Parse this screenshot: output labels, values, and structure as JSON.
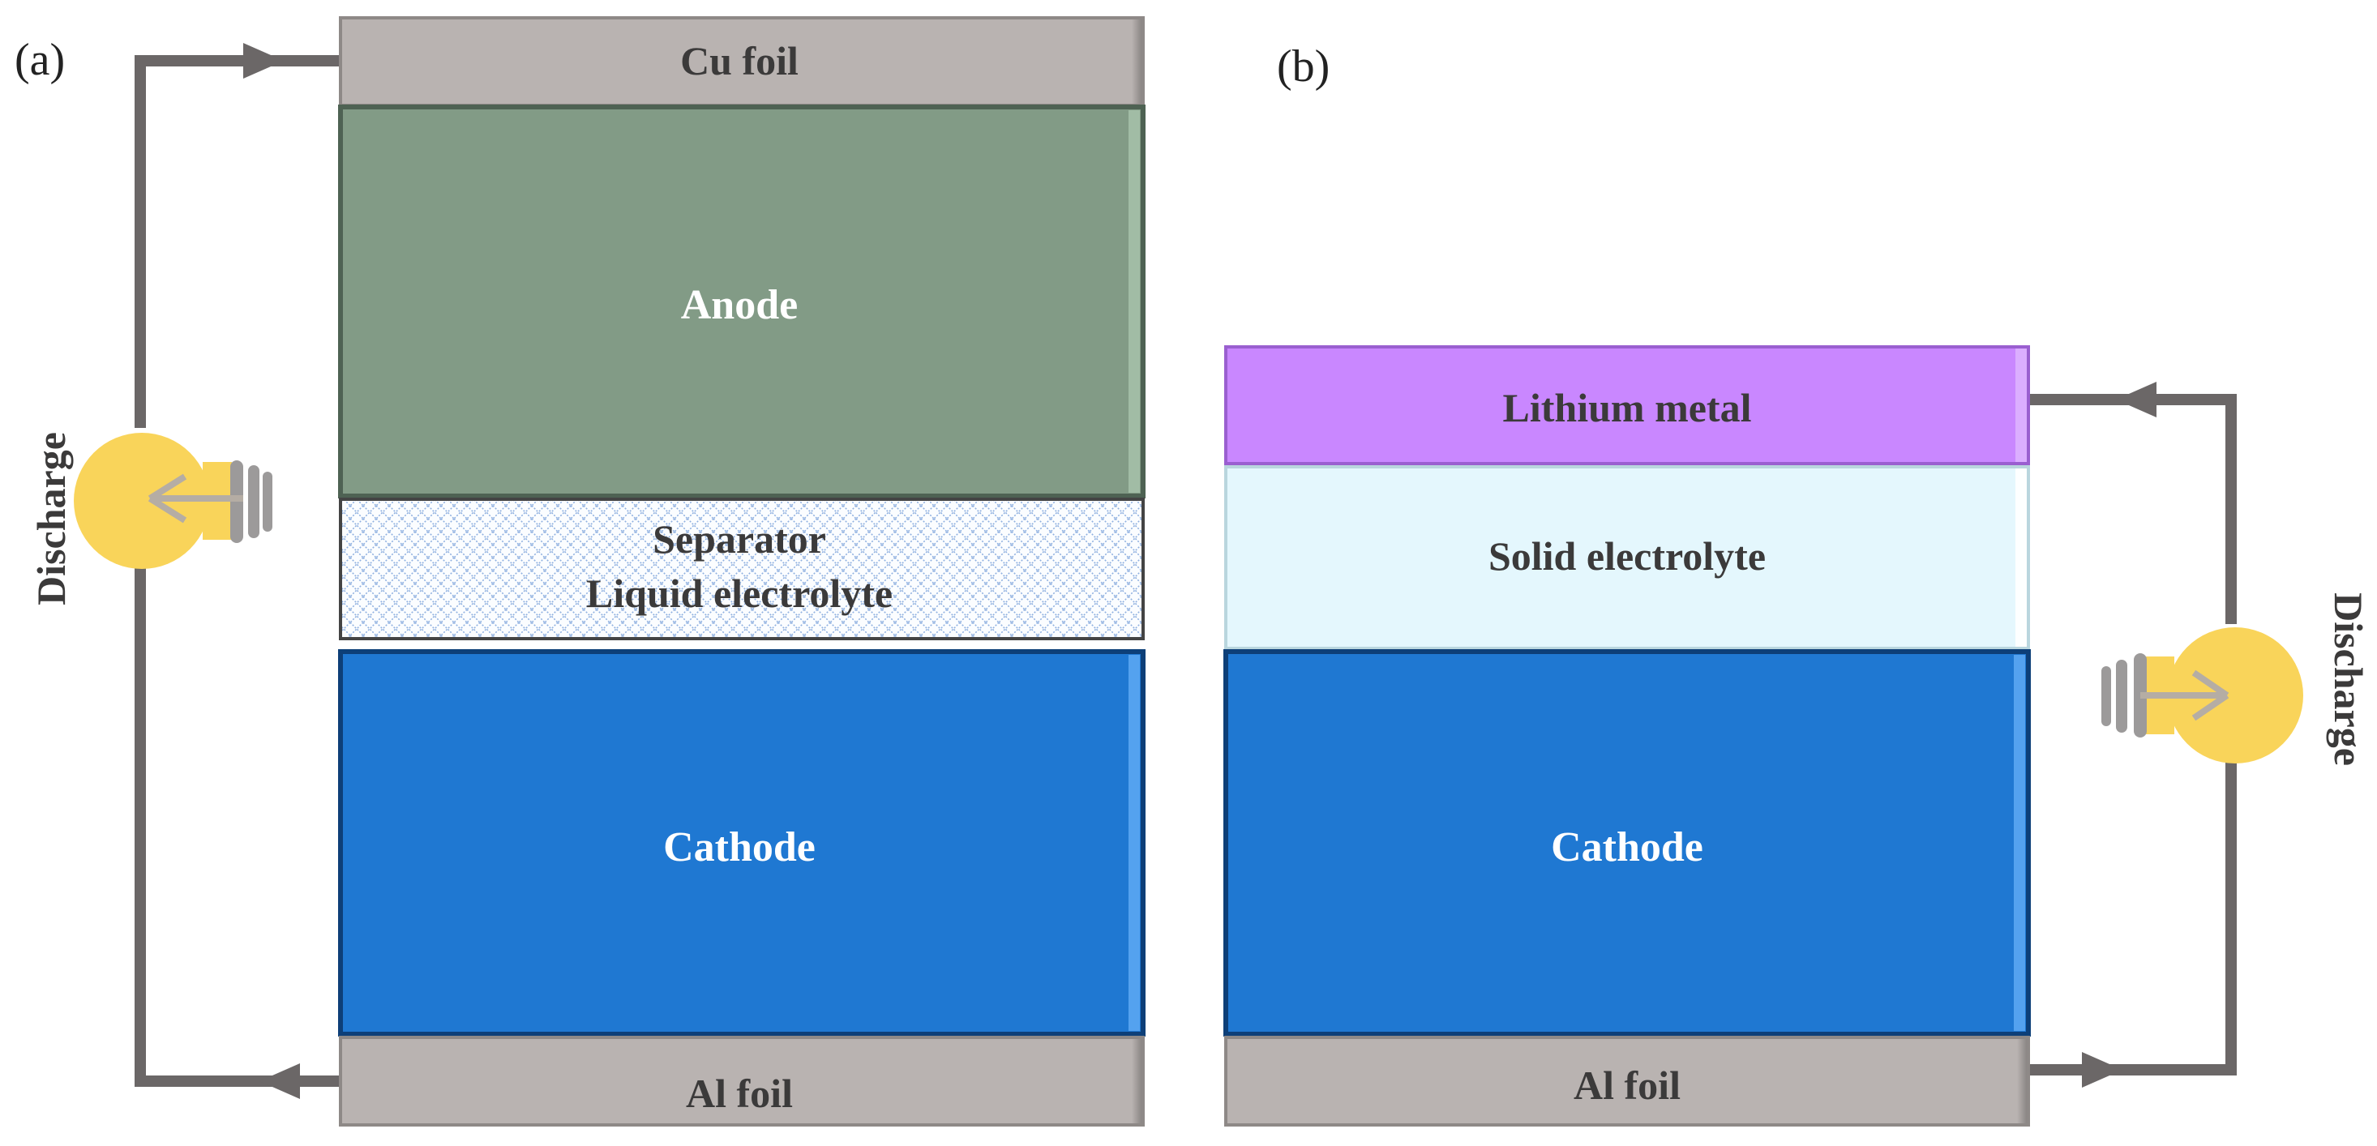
{
  "panel_a": {
    "label": "(a)",
    "layers": {
      "cu_foil": "Cu foil",
      "anode": "Anode",
      "separator_line1": "Separator",
      "separator_line2": "Liquid electrolyte",
      "cathode": "Cathode",
      "al_foil": "Al foil"
    },
    "circuit_label": "Discharge"
  },
  "panel_b": {
    "label": "(b)",
    "layers": {
      "lithium_metal": "Lithium metal",
      "solid_electrolyte": "Solid electrolyte",
      "cathode": "Cathode",
      "al_foil": "Al foil"
    },
    "circuit_label": "Discharge"
  },
  "colors": {
    "foil": "#b9b3b1",
    "anode": "#829b86",
    "separator_pattern": "#8fb0e0",
    "cathode": "#1f78d2",
    "lithium_metal": "#c987ff",
    "solid_electrolyte": "#e4f7fd",
    "wire": "#6b6767",
    "bulb": "#f9d45a",
    "dark_text": "#3b3a3a",
    "light_text": "#ffffff"
  }
}
